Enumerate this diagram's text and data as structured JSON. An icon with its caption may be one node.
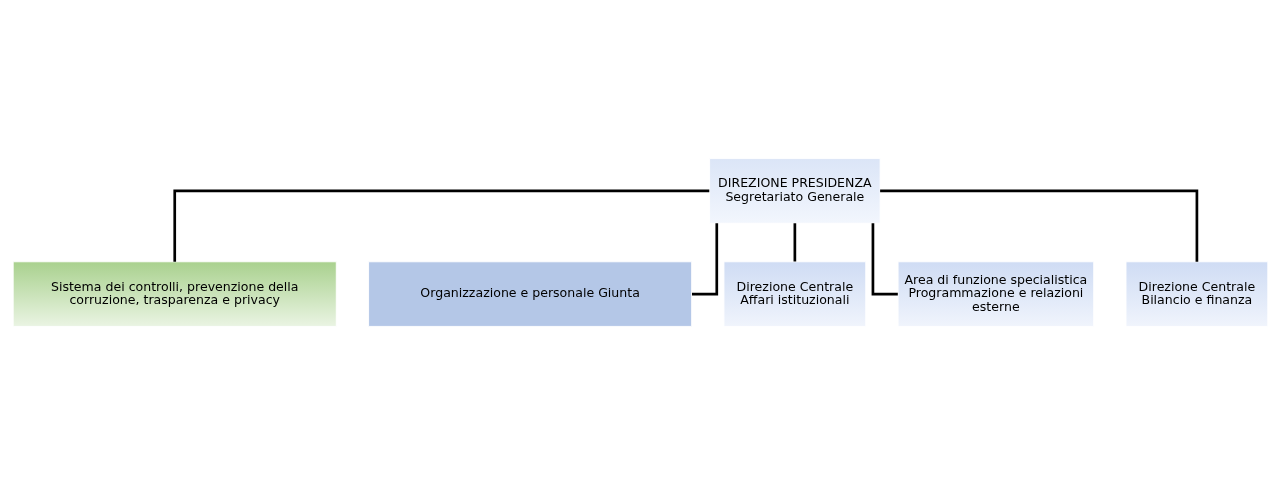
{
  "diagram": {
    "nodes": [
      {
        "text": [
          "DIREZIONE PRESIDENZA",
          "Segretariato Generale"
        ]
      },
      {
        "text": [
          "Sistema dei controlli, prevenzione della corruzione, trasparenza e privacy"
        ]
      },
      {
        "text": [
          "Organizzazione e personale Giunta"
        ]
      },
      {
        "text": [
          "Direzione Centrale Affari istituzionali"
        ]
      },
      {
        "text": [
          "Area di funzione specialistica Programmazione e relazioni esterne"
        ]
      },
      {
        "text": [
          "Direzione Centrale Bilancio e finanza"
        ]
      }
    ],
    "edges": [
      {
        "from": 0,
        "to": 1,
        "arrow": "none"
      },
      {
        "from": 0,
        "to": 2,
        "arrow": "none"
      },
      {
        "from": 0,
        "to": 3,
        "arrow": "none"
      },
      {
        "from": 0,
        "to": 4,
        "arrow": "none"
      },
      {
        "from": 0,
        "to": 5,
        "arrow": "none"
      }
    ]
  }
}
